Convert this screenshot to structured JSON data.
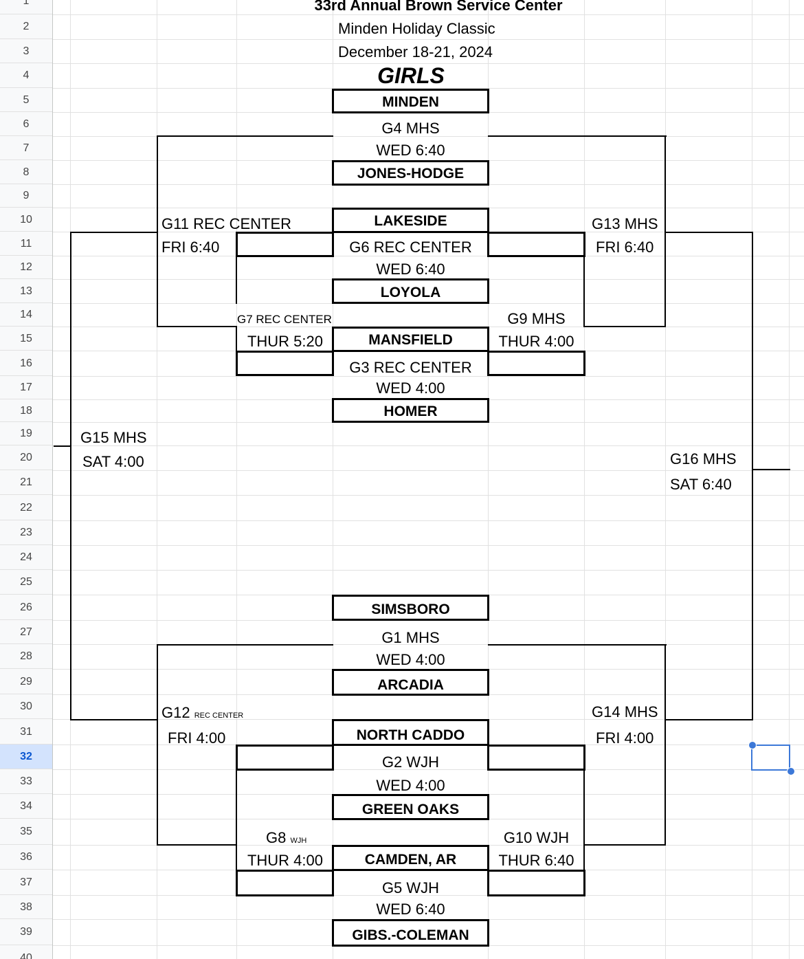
{
  "row_numbers": [
    "1",
    "2",
    "3",
    "4",
    "5",
    "6",
    "7",
    "8",
    "9",
    "10",
    "11",
    "12",
    "13",
    "14",
    "15",
    "16",
    "17",
    "18",
    "19",
    "20",
    "21",
    "22",
    "23",
    "24",
    "25",
    "26",
    "27",
    "28",
    "29",
    "30",
    "31",
    "32",
    "33",
    "34",
    "35",
    "36",
    "37",
    "38",
    "39",
    "40"
  ],
  "selected_row": "32",
  "header": {
    "title": "33rd Annual Brown Service Center",
    "subtitle": "Minden Holiday Classic",
    "dates": "December 18-21, 2024",
    "division": "GIRLS"
  },
  "teams": {
    "minden": "MINDEN",
    "jones_hodge": "JONES-HODGE",
    "lakeside": "LAKESIDE",
    "loyola": "LOYOLA",
    "mansfield": "MANSFIELD",
    "homer": "HOMER",
    "simsboro": "SIMSBORO",
    "arcadia": "ARCADIA",
    "north_caddo": "NORTH CADDO",
    "green_oaks": "GREEN OAKS",
    "camden": "CAMDEN, AR",
    "gibs_coleman": "GIBS.-COLEMAN"
  },
  "games": {
    "g4": {
      "venue": "G4 MHS",
      "time": "WED 6:40"
    },
    "g6": {
      "venue": "G6 REC CENTER",
      "time": "WED 6:40"
    },
    "g3": {
      "venue": "G3 REC CENTER",
      "time": "WED 4:00"
    },
    "g1": {
      "venue": "G1 MHS",
      "time": "WED 4:00"
    },
    "g2": {
      "venue": "G2 WJH",
      "time": "WED 4:00"
    },
    "g5": {
      "venue": "G5 WJH",
      "time": "WED 6:40"
    },
    "g7": {
      "venue": "G7 REC CENTER",
      "time": "THUR 5:20"
    },
    "g9": {
      "venue": "G9 MHS",
      "time": "THUR 4:00"
    },
    "g8": {
      "game": "G8",
      "venue_small": "WJH",
      "time": "THUR 4:00"
    },
    "g10": {
      "venue": "G10 WJH",
      "time": "THUR 6:40"
    },
    "g11": {
      "venue": "G11 REC CENTER",
      "time": "FRI 6:40"
    },
    "g13": {
      "venue": "G13 MHS",
      "time": "FRI 6:40"
    },
    "g12": {
      "game": "G12",
      "venue_small": "REC CENTER",
      "time": "FRI 4:00"
    },
    "g14": {
      "venue": "G14 MHS",
      "time": "FRI 4:00"
    },
    "g15": {
      "venue": "G15 MHS",
      "time": "SAT 4:00"
    },
    "g16": {
      "venue": "G16 MHS",
      "time": "SAT 6:40"
    }
  },
  "colors": {
    "selection": "#3c78d8",
    "grid": "#e1e1e1",
    "header_bg": "#f8f9fa"
  }
}
